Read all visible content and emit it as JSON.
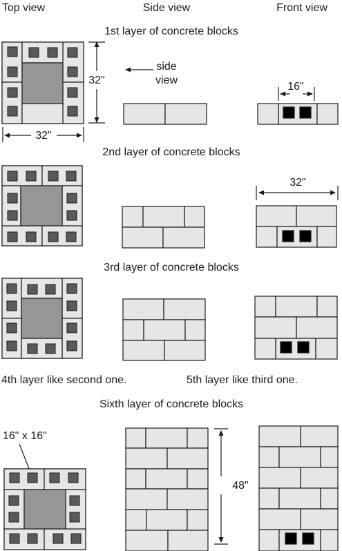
{
  "columns": {
    "top": "Top view",
    "side": "Side view",
    "front": "Front view"
  },
  "layers": {
    "first": "1st layer of concrete blocks",
    "second": "2nd layer of concrete blocks",
    "third": "3rd layer of concrete blocks",
    "fourth": "4th layer like second one.",
    "fifth": "5th layer like third one.",
    "sixth": "Sixth layer of concrete blocks"
  },
  "annotations": {
    "side_view_1": "side",
    "side_view_2": "view",
    "height_32": "32\"",
    "width_32": "32\"",
    "opening_16": "16\"",
    "front_32": "32\"",
    "hole_16x16": "16\" x 16\"",
    "height_48": "48\""
  },
  "colors": {
    "block": "#e6e6e6",
    "center": "#969696",
    "cell": "#5a5a5a",
    "opening": "#000000",
    "stroke": "#1a1a1a"
  }
}
